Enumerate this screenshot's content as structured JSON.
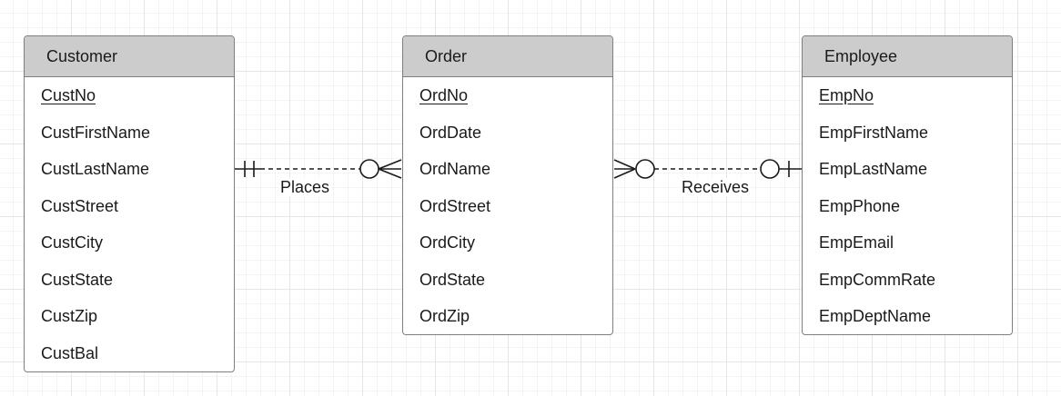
{
  "entities": {
    "customer": {
      "name": "Customer",
      "attributes": [
        "CustNo",
        "CustFirstName",
        "CustLastName",
        "CustStreet",
        "CustCity",
        "CustState",
        "CustZip",
        "CustBal"
      ],
      "primary_key": "CustNo"
    },
    "order": {
      "name": "Order",
      "attributes": [
        "OrdNo",
        "OrdDate",
        "OrdName",
        "OrdStreet",
        "OrdCity",
        "OrdState",
        "OrdZip"
      ],
      "primary_key": "OrdNo"
    },
    "employee": {
      "name": "Employee",
      "attributes": [
        "EmpNo",
        "EmpFirstName",
        "EmpLastName",
        "EmpPhone",
        "EmpEmail",
        "EmpCommRate",
        "EmpDeptName"
      ],
      "primary_key": "EmpNo"
    }
  },
  "relationships": {
    "places": {
      "label": "Places",
      "from": "Customer",
      "to": "Order",
      "from_cardinality": "exactly-one",
      "to_cardinality": "zero-or-many",
      "line_style": "dashed"
    },
    "receives": {
      "label": "Receives",
      "from": "Order",
      "to": "Employee",
      "from_cardinality": "zero-or-many",
      "to_cardinality": "zero-or-one",
      "line_style": "dashed"
    }
  },
  "colors": {
    "header_fill": "#cccccc",
    "border": "#7f7f7f",
    "line": "#1a1a1a"
  }
}
